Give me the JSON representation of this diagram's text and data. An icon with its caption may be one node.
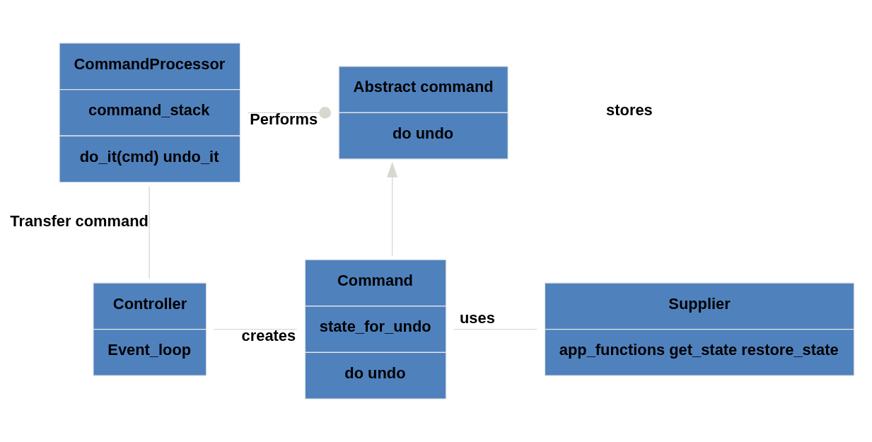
{
  "diagram": {
    "nodes": [
      {
        "text": [
          "CommandProcessor",
          "command_stack",
          "do_it(cmd) undo_it"
        ]
      },
      {
        "text": [
          "Abstract command",
          "do undo"
        ]
      },
      {
        "text": [
          "Controller",
          "Event_loop"
        ]
      },
      {
        "text": [
          "Command",
          "state_for_undo",
          "do undo"
        ]
      },
      {
        "text": [
          "Supplier",
          "app_functions get_state restore_state"
        ]
      }
    ],
    "edges": [
      {
        "from": 0,
        "to": 1,
        "arrow": "other",
        "label": "Performs"
      },
      {
        "from": 0,
        "to": 2,
        "arrow": "none",
        "label": "Transfer command"
      },
      {
        "from": 3,
        "to": 1,
        "arrow": "to"
      },
      {
        "from": 2,
        "to": 3,
        "arrow": "none",
        "label": "creates"
      },
      {
        "from": 3,
        "to": 4,
        "arrow": "none",
        "label": "uses"
      }
    ],
    "labels": [
      "stores"
    ]
  }
}
